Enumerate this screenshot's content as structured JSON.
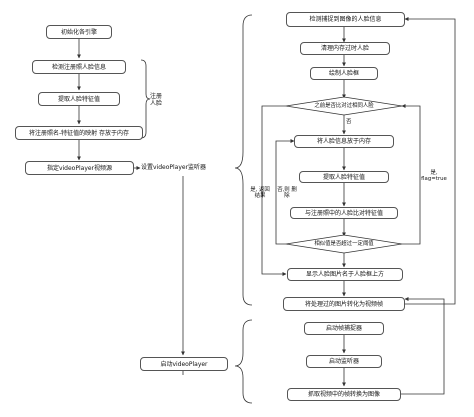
{
  "left": {
    "init": "初始化各引擎",
    "detect_register": "检测注册照人脸信息",
    "extract_features": "提取人脸特征值",
    "save_mapping": "将注册照名-特征值的映射 存放于内存",
    "register_face_label": "注册人脸",
    "set_source": "指定videoPlayer视频源",
    "set_listener": "设置videoPlayer监听器",
    "start_player": "启动videoPlayer"
  },
  "right": {
    "detect_frame": "检测捕捉到图像的人脸信息",
    "clear_memory": "清理内存过时人脸",
    "draw_box": "绘制人脸框",
    "diamond_compared": "之前是否比对过相同人脸",
    "no": "否",
    "store_face": "将人脸信息放于内存",
    "extract_value": "提取人脸特征值",
    "compare_registered": "与注册照中的人脸比对特征值",
    "diamond_threshold": "相似值是否超过一定阈值",
    "show_name": "显示人脸图片名于人脸框上方",
    "yes_return": "是, 返回结果",
    "no_delete": "否,则 删除",
    "yes_flag": "是, flag=true",
    "convert_frame": "将处理过的图片转化为视频帧",
    "start_grabber": "启动帧捕捉器",
    "start_listener": "启动监听器",
    "grab_frames": "抓取视频中的帧转换为图像"
  }
}
